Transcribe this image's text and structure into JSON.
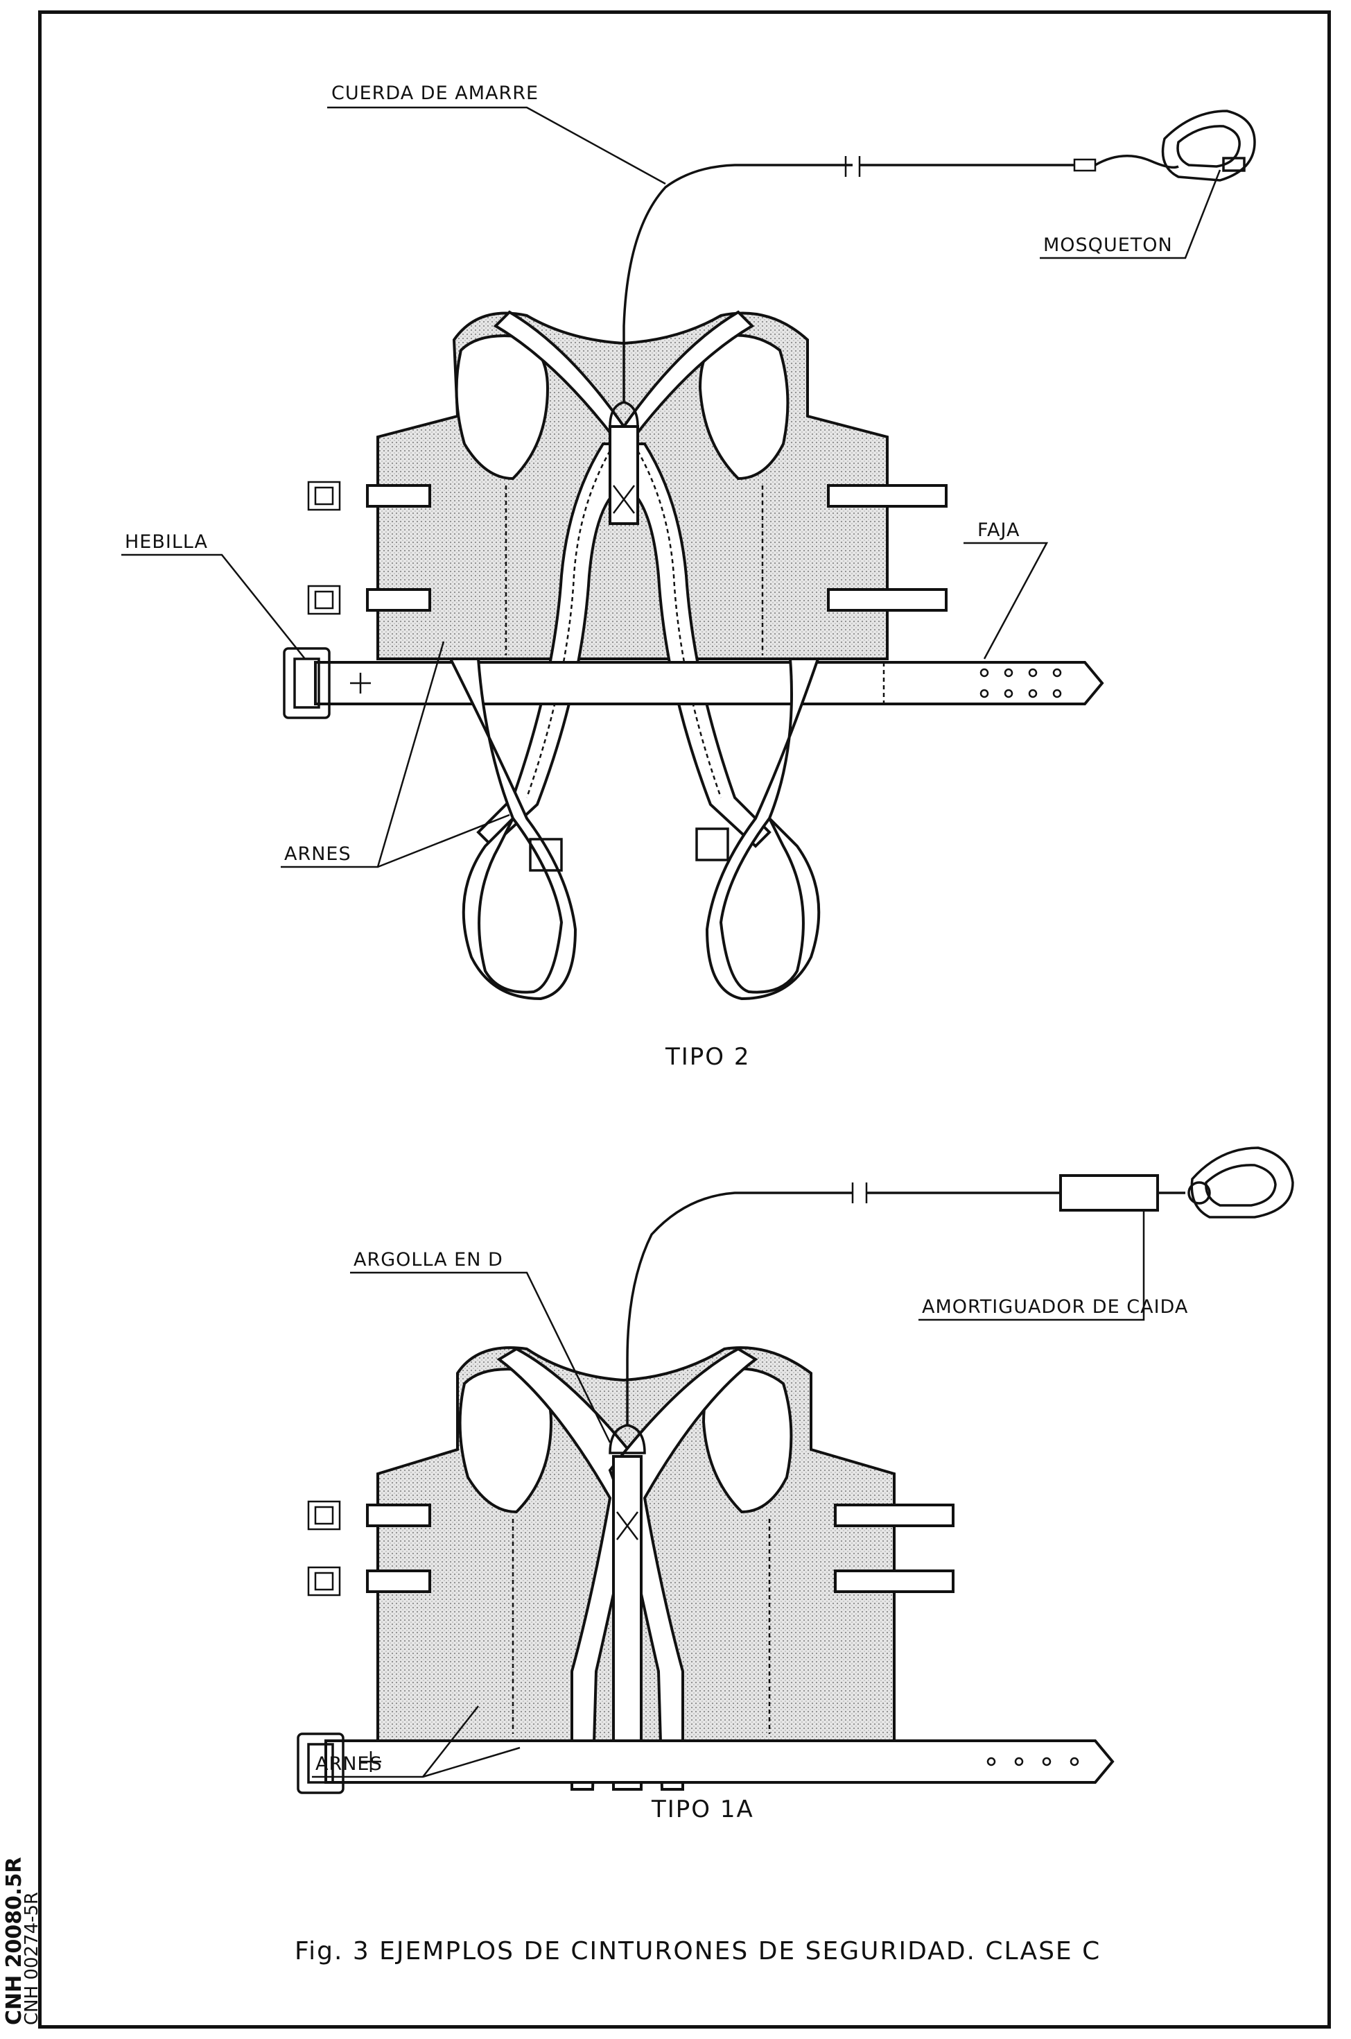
{
  "labels": {
    "cuerda_de_amarre": "CUERDA DE AMARRE",
    "mosqueton": "MOSQUETON",
    "hebilla": "HEBILLA",
    "faja": "FAJA",
    "arnes_top": "ARNES",
    "argolla_en_d": "ARGOLLA EN D",
    "amortiguador_de_caida": "AMORTIGUADOR DE CAIDA",
    "arnes_bottom": "ARNES"
  },
  "titles": {
    "tipo_2": "TIPO 2",
    "tipo_1a": "TIPO 1A"
  },
  "caption": "Fig. 3 EJEMPLOS DE CINTURONES DE SEGURIDAD. CLASE C",
  "side_codes": [
    "CNH 20080.5R",
    "CNH 00274-5R"
  ]
}
